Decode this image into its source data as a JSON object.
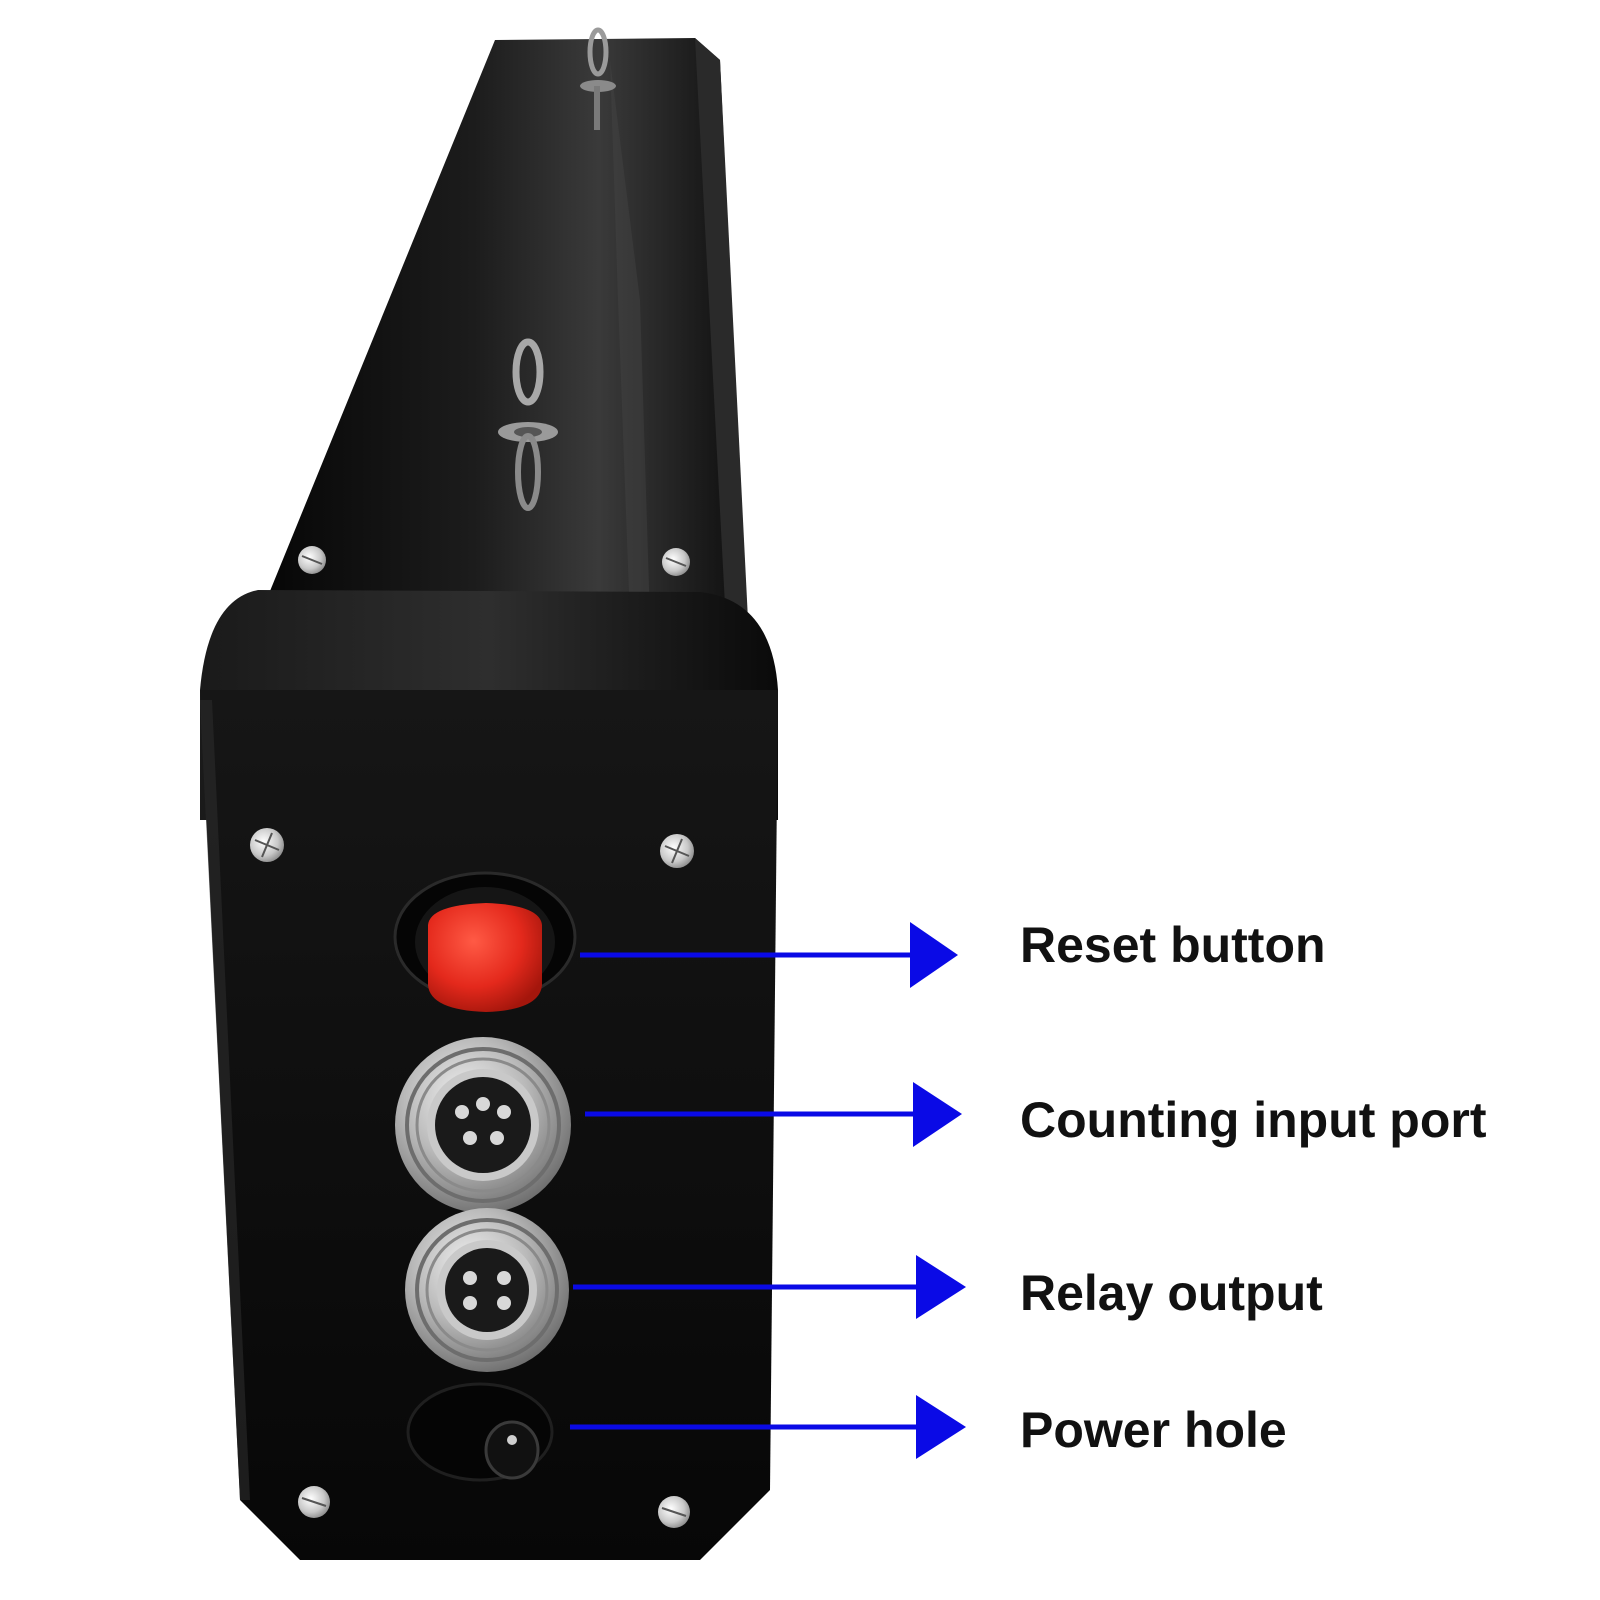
{
  "callouts": [
    {
      "label": "Reset button"
    },
    {
      "label": "Counting input port"
    },
    {
      "label": "Relay output"
    },
    {
      "label": "Power hole"
    }
  ],
  "colors": {
    "arrow": "#0a0ae6",
    "device_body": "#0b0b0b",
    "reset_button": "#e4291c",
    "label_text": "#111111",
    "background": "#ffffff"
  }
}
